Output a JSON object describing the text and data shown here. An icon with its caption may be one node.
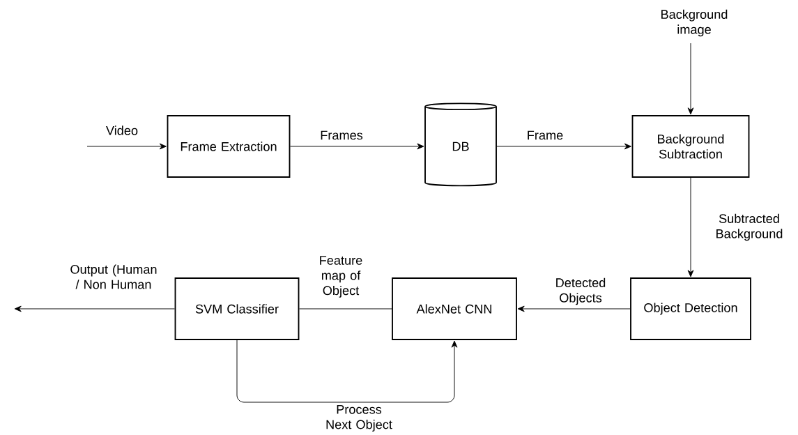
{
  "diagram": {
    "nodes": [
      {
        "text": [
          "Frame Extraction"
        ]
      },
      {
        "text": [
          "DB"
        ]
      },
      {
        "text": [
          "Background Subtraction"
        ]
      },
      {
        "text": [
          "Object Detection"
        ]
      },
      {
        "text": [
          "AlexNet CNN"
        ]
      },
      {
        "text": [
          "SVM Classifier"
        ]
      }
    ],
    "edges": [
      {
        "from": null,
        "to": 0,
        "arrow": "to",
        "label": "Video"
      },
      {
        "from": 0,
        "to": 1,
        "arrow": "to",
        "label": "Frames"
      },
      {
        "from": 1,
        "to": 2,
        "arrow": "to",
        "label": "Frame"
      },
      {
        "from": null,
        "to": 2,
        "arrow": "to",
        "label": "Background image"
      },
      {
        "from": 2,
        "to": 3,
        "arrow": "to",
        "label": "Subtracted Background"
      },
      {
        "from": 3,
        "to": 4,
        "arrow": "to",
        "label": "Detected Objects"
      },
      {
        "from": 4,
        "to": 5,
        "arrow": "none",
        "label": "Feature map of Object"
      },
      {
        "from": 5,
        "to": null,
        "arrow": "to",
        "label": "Output (Human / Non Human"
      },
      {
        "from": 5,
        "to": 4,
        "arrow": "to",
        "label": "Process Next Object"
      }
    ]
  }
}
